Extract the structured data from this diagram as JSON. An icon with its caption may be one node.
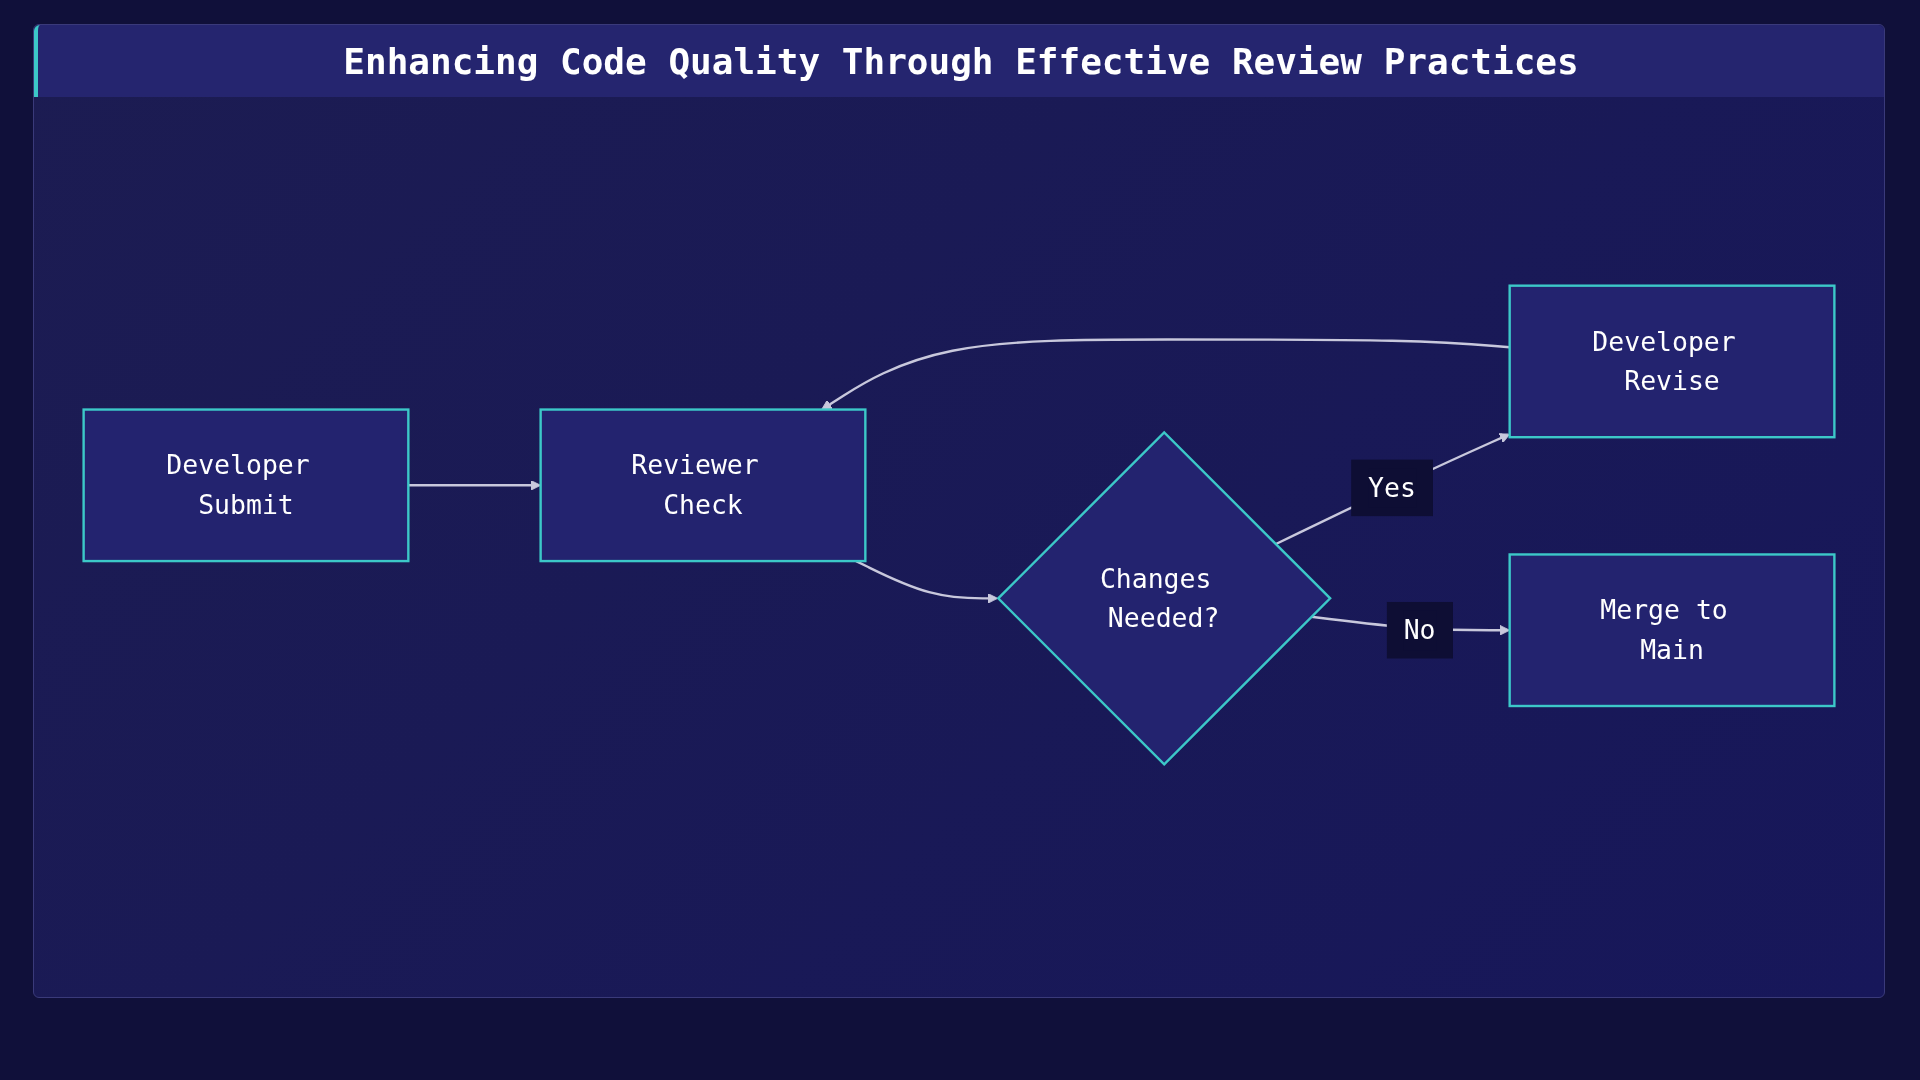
{
  "diagram": {
    "title": "Enhancing Code Quality Through Effective Review Practices",
    "nodes": [
      {
        "text": [
          "Developer Submit"
        ]
      },
      {
        "text": [
          "Reviewer Check"
        ]
      },
      {
        "text": [
          "Changes Needed?"
        ]
      },
      {
        "text": [
          "Developer Revise"
        ]
      },
      {
        "text": [
          "Merge to Main"
        ]
      }
    ],
    "edges": [
      {
        "from": 0,
        "to": 1,
        "arrow": "to"
      },
      {
        "from": 1,
        "to": 2,
        "arrow": "to"
      },
      {
        "from": 2,
        "to": 3,
        "label": "Yes",
        "arrow": "to"
      },
      {
        "from": 2,
        "to": 4,
        "label": "No",
        "arrow": "to"
      },
      {
        "from": 3,
        "to": 1,
        "arrow": "to"
      }
    ]
  }
}
